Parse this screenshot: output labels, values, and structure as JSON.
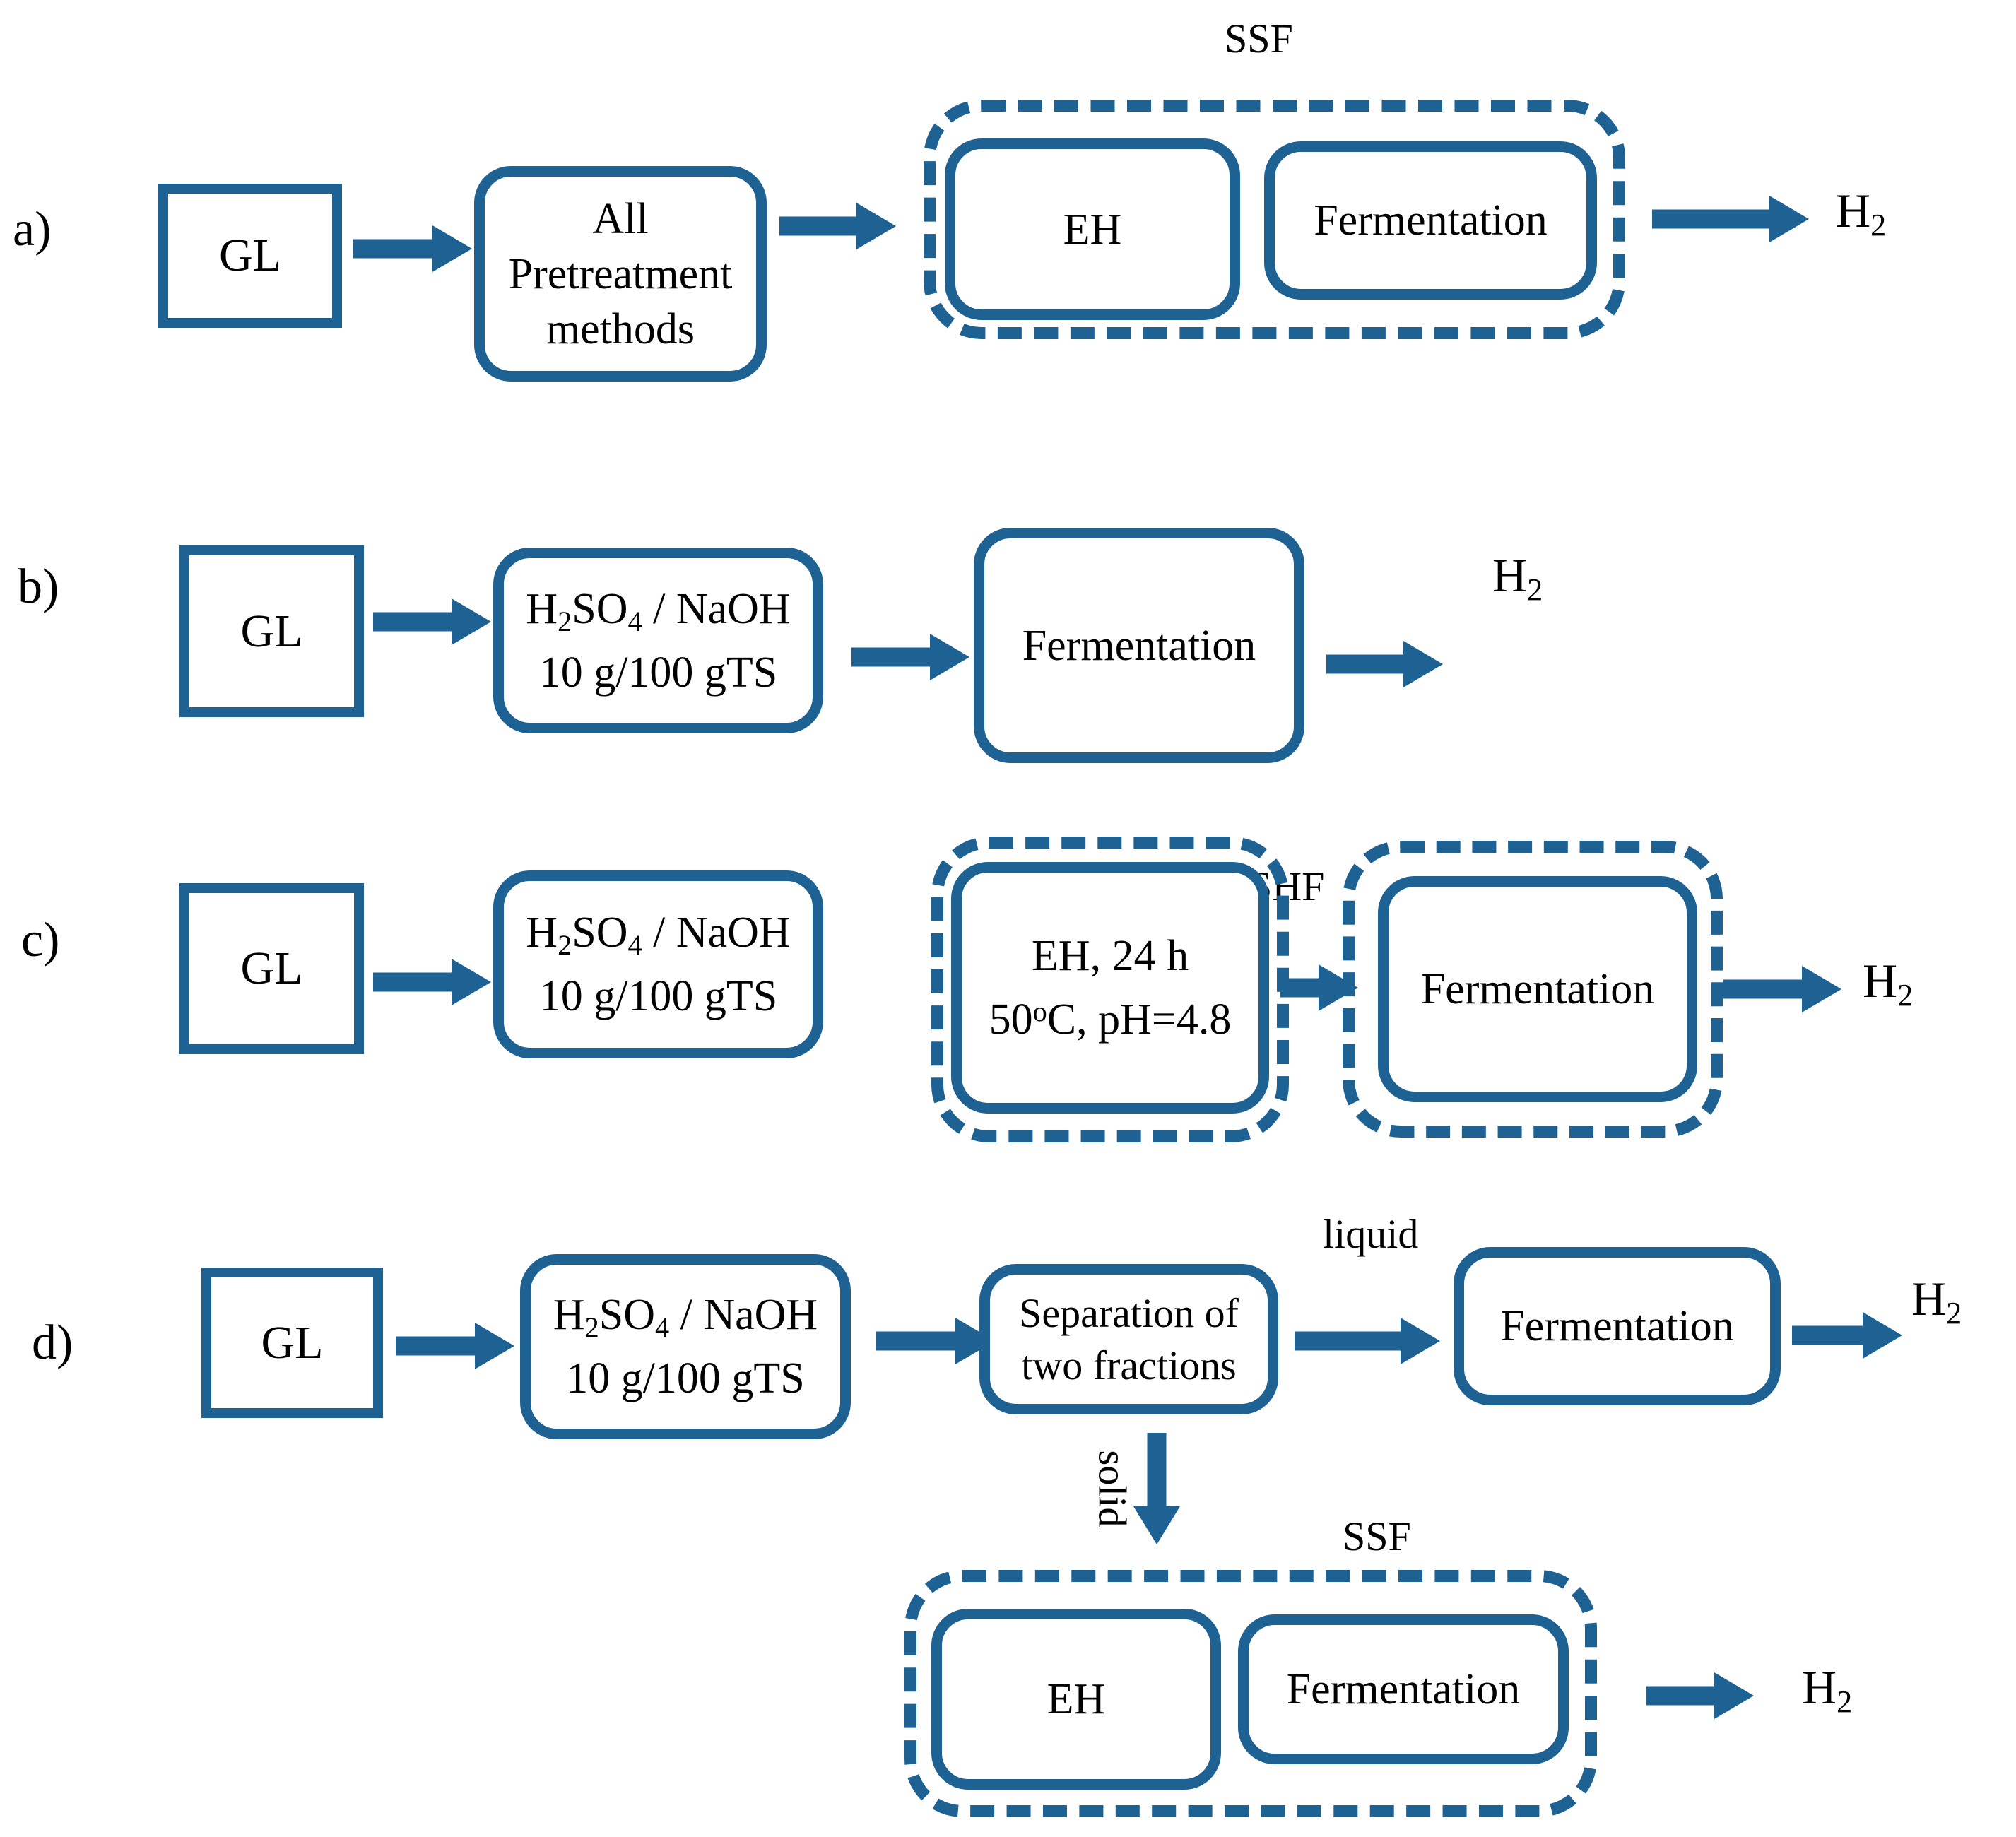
{
  "colors": {
    "accent": "#1e6294",
    "text": "#000000",
    "background": "#ffffff"
  },
  "rows": {
    "a": {
      "label": "a)",
      "gl": "GL",
      "pre": [
        "All",
        "Pretreatment",
        "methods"
      ],
      "ssf": "SSF",
      "eh": "EH",
      "ferm": "Fermentation",
      "h2": [
        {
          "t": "H"
        },
        {
          "t": "2",
          "sub": true
        }
      ]
    },
    "b": {
      "label": "b)",
      "gl": "GL",
      "chem1": [
        {
          "t": "H"
        },
        {
          "t": "2",
          "sub": true
        },
        {
          "t": "SO"
        },
        {
          "t": "4",
          "sub": true
        },
        {
          "t": " / NaOH"
        }
      ],
      "chem2": "10 g/100 gTS",
      "ferm": "Fermentation",
      "h2": [
        {
          "t": "H"
        },
        {
          "t": "2",
          "sub": true
        }
      ]
    },
    "c": {
      "label": "c)",
      "shf": "SHF",
      "gl": "GL",
      "chem1": [
        {
          "t": "H"
        },
        {
          "t": "2",
          "sub": true
        },
        {
          "t": "SO"
        },
        {
          "t": "4",
          "sub": true
        },
        {
          "t": " / NaOH"
        }
      ],
      "chem2": "10 g/100 gTS",
      "eh1": "EH, 24 h",
      "eh2": [
        {
          "t": "50"
        },
        {
          "t": "o",
          "sup": true
        },
        {
          "t": "C, pH=4.8"
        }
      ],
      "ferm": "Fermentation",
      "h2": [
        {
          "t": "H"
        },
        {
          "t": "2",
          "sub": true
        }
      ]
    },
    "d": {
      "label": "d)",
      "gl": "GL",
      "chem1": [
        {
          "t": "H"
        },
        {
          "t": "2",
          "sub": true
        },
        {
          "t": "SO"
        },
        {
          "t": "4",
          "sub": true
        },
        {
          "t": " / NaOH"
        }
      ],
      "chem2": "10 g/100 gTS",
      "sep": [
        "Separation of",
        "two fractions"
      ],
      "liquid": "liquid",
      "ferm": "Fermentation",
      "h2": [
        {
          "t": "H"
        },
        {
          "t": "2",
          "sub": true
        }
      ],
      "solid": "solid",
      "ssf": "SSF",
      "eh": "EH",
      "ferm2": "Fermentation",
      "h2b": [
        {
          "t": "H"
        },
        {
          "t": "2",
          "sub": true
        }
      ]
    }
  }
}
